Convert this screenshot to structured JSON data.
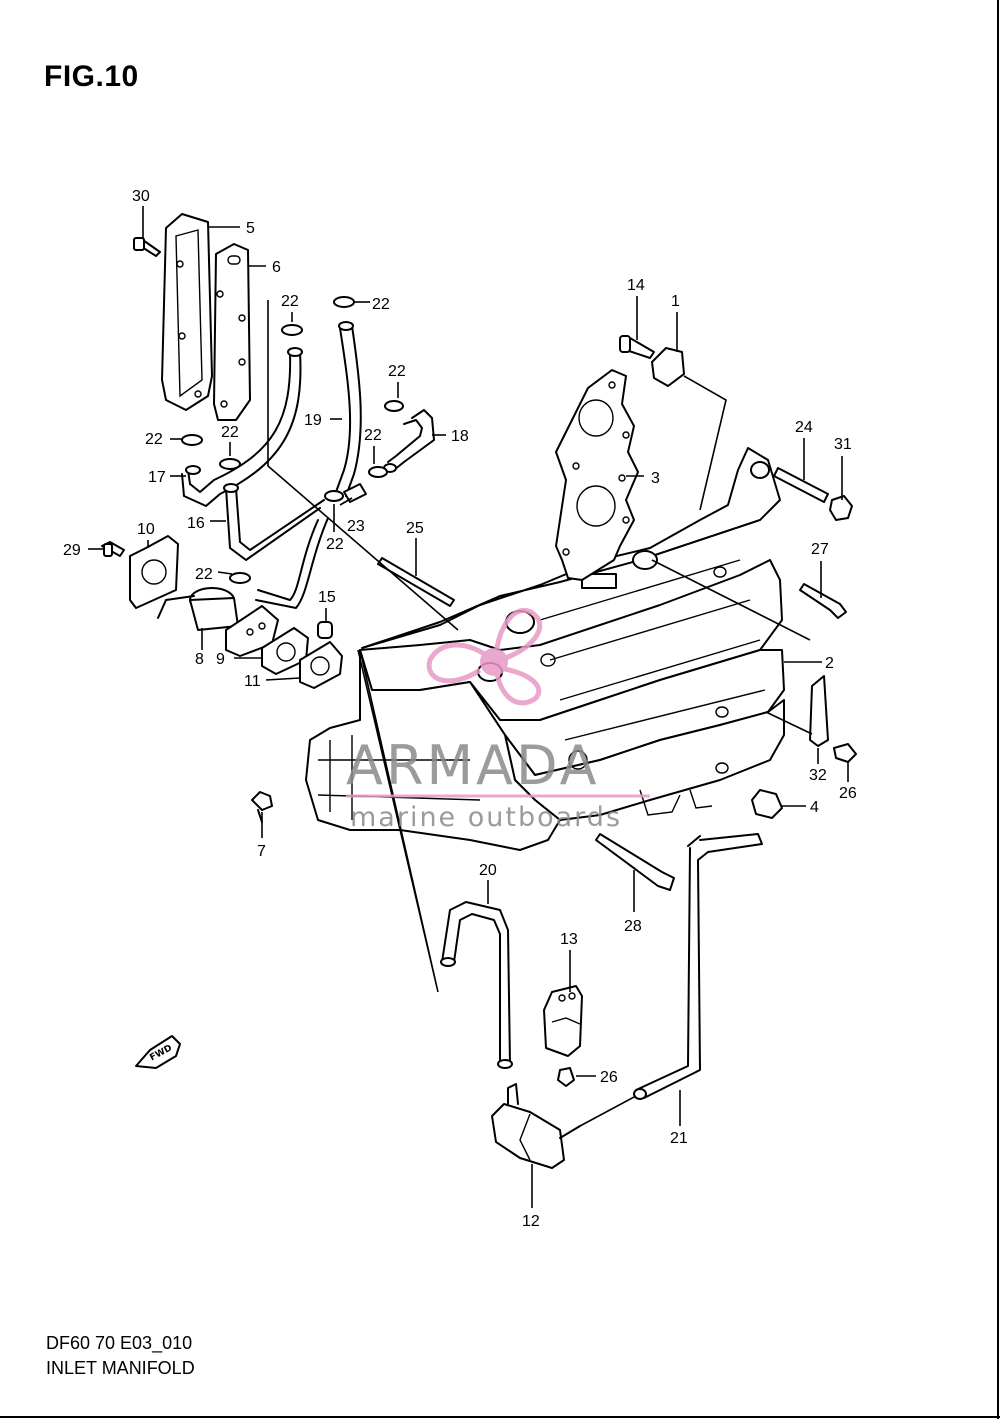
{
  "figure": {
    "title": "FIG.10",
    "drawing_code": "DF60 70 E03_010",
    "name": "INLET MANIFOLD"
  },
  "watermark": {
    "brand": "ARMADA",
    "tagline": "marine outboards",
    "color_logo": "#e79ac6",
    "color_text": "#8a8a8a"
  },
  "direction_marker": "FWD",
  "callouts": [
    {
      "id": "c30",
      "label": "30"
    },
    {
      "id": "c5",
      "label": "5"
    },
    {
      "id": "c6",
      "label": "6"
    },
    {
      "id": "c22a",
      "label": "22"
    },
    {
      "id": "c22b",
      "label": "22"
    },
    {
      "id": "c14",
      "label": "14"
    },
    {
      "id": "c1",
      "label": "1"
    },
    {
      "id": "c22c",
      "label": "22"
    },
    {
      "id": "c19",
      "label": "19"
    },
    {
      "id": "c18",
      "label": "18"
    },
    {
      "id": "c22d",
      "label": "22"
    },
    {
      "id": "c22e",
      "label": "22"
    },
    {
      "id": "c22f",
      "label": "22"
    },
    {
      "id": "c3",
      "label": "3"
    },
    {
      "id": "c24",
      "label": "24"
    },
    {
      "id": "c31",
      "label": "31"
    },
    {
      "id": "c17",
      "label": "17"
    },
    {
      "id": "c16",
      "label": "16"
    },
    {
      "id": "c23",
      "label": "23"
    },
    {
      "id": "c22g",
      "label": "22"
    },
    {
      "id": "c10",
      "label": "10"
    },
    {
      "id": "c25",
      "label": "25"
    },
    {
      "id": "c27",
      "label": "27"
    },
    {
      "id": "c29",
      "label": "29"
    },
    {
      "id": "c22h",
      "label": "22"
    },
    {
      "id": "c15",
      "label": "15"
    },
    {
      "id": "c2",
      "label": "2"
    },
    {
      "id": "c8",
      "label": "8"
    },
    {
      "id": "c9",
      "label": "9"
    },
    {
      "id": "c11",
      "label": "11"
    },
    {
      "id": "c32",
      "label": "32"
    },
    {
      "id": "c26a",
      "label": "26"
    },
    {
      "id": "c4",
      "label": "4"
    },
    {
      "id": "c7",
      "label": "7"
    },
    {
      "id": "c20",
      "label": "20"
    },
    {
      "id": "c28",
      "label": "28"
    },
    {
      "id": "c13",
      "label": "13"
    },
    {
      "id": "c26b",
      "label": "26"
    },
    {
      "id": "c21",
      "label": "21"
    },
    {
      "id": "c12",
      "label": "12"
    }
  ]
}
